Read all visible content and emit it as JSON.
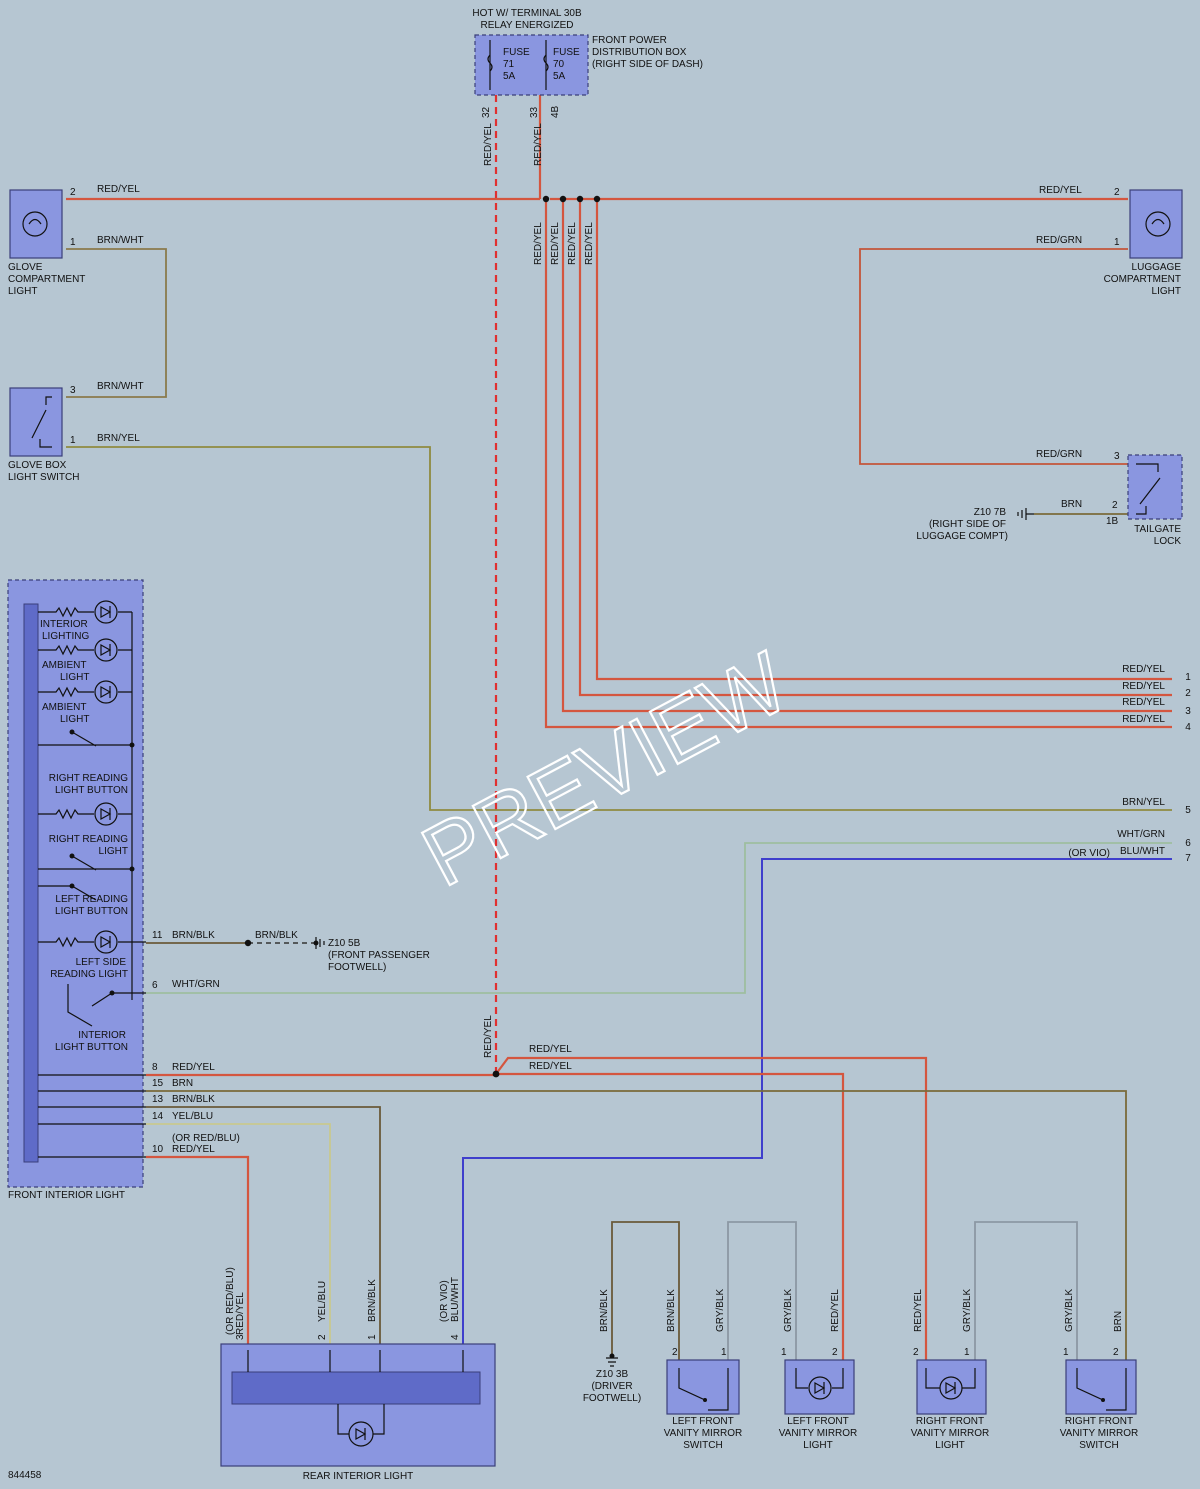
{
  "fuse_box": {
    "header_1": "HOT W/ TERMINAL 30B",
    "header_2": "RELAY ENERGIZED",
    "fuse_a": [
      "FUSE",
      "71",
      "5A"
    ],
    "fuse_b": [
      "FUSE",
      "70",
      "5A"
    ],
    "desc": [
      "FRONT POWER",
      "DISTRIBUTION BOX",
      "(RIGHT SIDE OF DASH)"
    ],
    "pin_a": "32",
    "pin_b": "33",
    "pin_b2": "4B",
    "wire_a": "RED/YEL",
    "wire_b": "RED/YEL"
  },
  "glove_light": {
    "label": [
      "GLOVE",
      "COMPARTMENT",
      "LIGHT"
    ],
    "pin2": "2",
    "wire2": "RED/YEL",
    "pin1": "1",
    "wire1": "BRN/WHT"
  },
  "glove_switch": {
    "label": [
      "GLOVE BOX",
      "LIGHT SWITCH"
    ],
    "pin3": "3",
    "wire3": "BRN/WHT",
    "pin1": "1",
    "wire1": "BRN/YEL"
  },
  "luggage_light": {
    "label": [
      "LUGGAGE",
      "COMPARTMENT",
      "LIGHT"
    ],
    "pin2": "2",
    "wire2": "RED/YEL",
    "pin1": "1",
    "wire1": "RED/GRN"
  },
  "tailgate": {
    "label": [
      "TAILGATE",
      "LOCK"
    ],
    "pin3": "3",
    "wire3": "RED/GRN",
    "pin2": "2",
    "wire2": "BRN",
    "pin1b": "1B",
    "ground": "Z10 7B",
    "ground_desc": [
      "(RIGHT SIDE OF",
      "LUGGAGE COMPT)"
    ]
  },
  "vertical_red_labels": [
    "RED/YEL",
    "RED/YEL",
    "RED/YEL",
    "RED/YEL"
  ],
  "right_connector": [
    {
      "wire": "RED/YEL",
      "pin": "1"
    },
    {
      "wire": "RED/YEL",
      "pin": "2"
    },
    {
      "wire": "RED/YEL",
      "pin": "3"
    },
    {
      "wire": "RED/YEL",
      "pin": "4"
    },
    {
      "wire": "BRN/YEL",
      "pin": "5"
    },
    {
      "wire": "WHT/GRN",
      "pin": "6"
    },
    {
      "wire": "BLU/WHT",
      "pin": "7",
      "note": "(OR VIO)"
    }
  ],
  "front_light": {
    "label": "FRONT INTERIOR LIGHT",
    "items": [
      "INTERIOR",
      "LIGHTING",
      "AMBIENT",
      "LIGHT",
      "AMBIENT",
      "LIGHT",
      "RIGHT READING",
      "LIGHT BUTTON",
      "RIGHT READING",
      "LIGHT",
      "LEFT READING",
      "LIGHT BUTTON",
      "LEFT SIDE",
      "READING LIGHT",
      "INTERIOR",
      "LIGHT BUTTON"
    ],
    "pins": [
      {
        "pin": "11",
        "wire": "BRN/BLK"
      },
      {
        "pin": "6",
        "wire": "WHT/GRN"
      },
      {
        "pin": "8",
        "wire": "RED/YEL"
      },
      {
        "pin": "15",
        "wire": "BRN"
      },
      {
        "pin": "13",
        "wire": "BRN/BLK"
      },
      {
        "pin": "14",
        "wire": "YEL/BLU"
      },
      {
        "pin": "10",
        "wire": "RED/YEL",
        "note": "(OR RED/BLU)"
      }
    ]
  },
  "ground_5b": {
    "wire": "BRN/BLK",
    "id": "Z10 5B",
    "desc": [
      "(FRONT PASSENGER",
      "FOOTWELL)"
    ]
  },
  "splice": {
    "vert_label": "RED/YEL",
    "out1": "RED/YEL",
    "out2": "RED/YEL"
  },
  "rear_light": {
    "label": "REAR INTERIOR LIGHT",
    "pins": [
      {
        "pin": "3",
        "wire": "RED/YEL",
        "note": "(OR RED/BLU)"
      },
      {
        "pin": "2",
        "wire": "YEL/BLU"
      },
      {
        "pin": "1",
        "wire": "BRN/BLK"
      },
      {
        "pin": "4",
        "wire": "BLU/WHT",
        "note": "(OR VIO)"
      }
    ]
  },
  "ground_3b": {
    "id": "Z10 3B",
    "desc": [
      "(DRIVER",
      "FOOTWELL)"
    ],
    "wire": "BRN/BLK"
  },
  "mirror_lf_switch": {
    "label": [
      "LEFT FRONT",
      "VANITY MIRROR",
      "SWITCH"
    ],
    "pin2": "2",
    "wire2": "BRN/BLK",
    "pin1": "1",
    "wire1": "GRY/BLK"
  },
  "mirror_lf_light": {
    "label": [
      "LEFT FRONT",
      "VANITY MIRROR",
      "LIGHT"
    ],
    "pin1": "1",
    "wire1": "GRY/BLK",
    "pin2": "2",
    "wire2": "RED/YEL"
  },
  "mirror_rf_light": {
    "label": [
      "RIGHT FRONT",
      "VANITY MIRROR",
      "LIGHT"
    ],
    "pin2": "2",
    "wire2": "RED/YEL",
    "pin1": "1",
    "wire1": "GRY/BLK"
  },
  "mirror_rf_switch": {
    "label": [
      "RIGHT FRONT",
      "VANITY MIRROR",
      "SWITCH"
    ],
    "pin1": "1",
    "wire1": "GRY/BLK",
    "pin2": "2",
    "wire2": "BRN"
  },
  "figure_id": "844458",
  "watermark": "PREVIEW"
}
